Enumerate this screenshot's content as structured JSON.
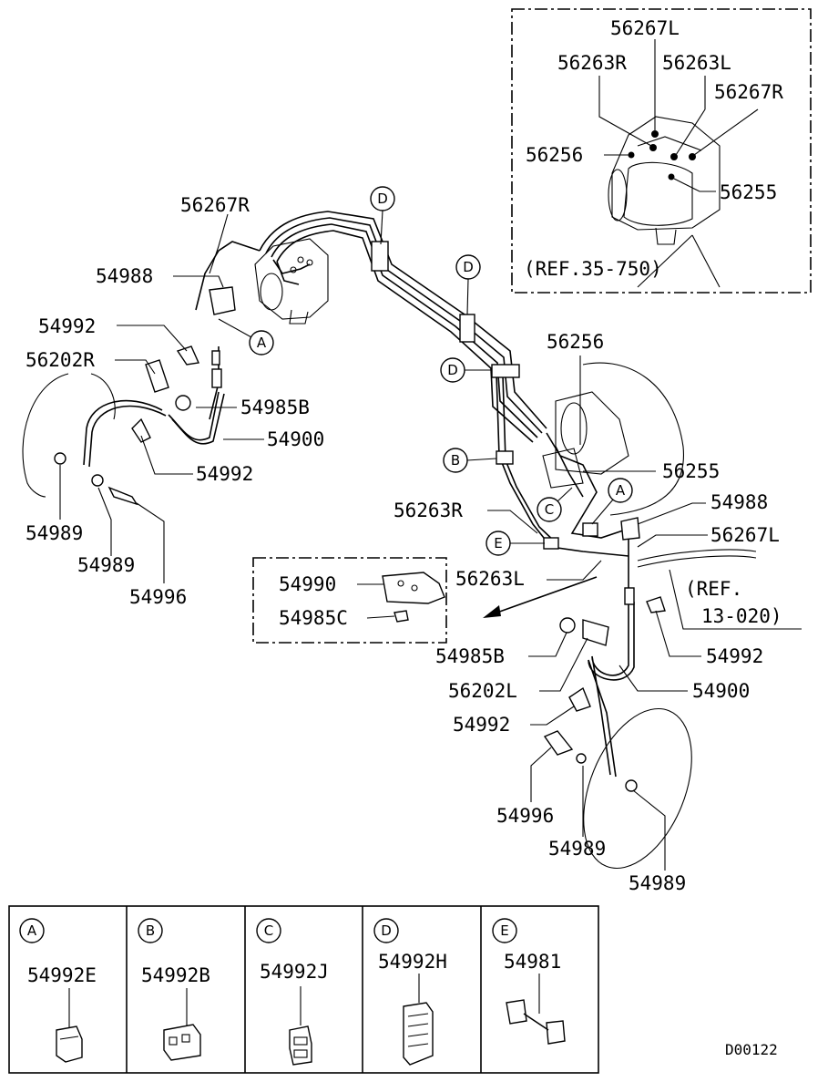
{
  "diagram": {
    "inset_top": {
      "labels": [
        "56267L",
        "56263R",
        "56263L",
        "56267R",
        "56256",
        "56255"
      ],
      "ref": "(REF.35-750)"
    },
    "inset_mid": {
      "labels": [
        "54990",
        "54985C"
      ]
    },
    "main_labels": {
      "l_56267R": "56267R",
      "l_54988_a": "54988",
      "l_54992_a": "54992",
      "l_56202R": "56202R",
      "l_54985B_a": "54985B",
      "l_54900_a": "54900",
      "l_54992_b": "54992",
      "l_54989_a": "54989",
      "l_54989_b": "54989",
      "l_54996_a": "54996",
      "l_56256": "56256",
      "l_56255": "56255",
      "l_56263R": "56263R",
      "l_54988_b": "54988",
      "l_56267L": "56267L",
      "l_56263L": "56263L",
      "l_ref13": "(REF.",
      "l_ref13b": "13-020)",
      "l_54985B_b": "54985B",
      "l_54992_c": "54992",
      "l_56202L": "56202L",
      "l_54900_b": "54900",
      "l_54992_d": "54992",
      "l_54996_b": "54996",
      "l_54989_c": "54989",
      "l_54989_d": "54989"
    },
    "callouts": [
      "A",
      "B",
      "C",
      "D",
      "E"
    ],
    "legend": [
      {
        "letter": "A",
        "part": "54992E"
      },
      {
        "letter": "B",
        "part": "54992B"
      },
      {
        "letter": "C",
        "part": "54992J"
      },
      {
        "letter": "D",
        "part": "54992H"
      },
      {
        "letter": "E",
        "part": "54981"
      }
    ],
    "drawing_code": "D00122"
  }
}
